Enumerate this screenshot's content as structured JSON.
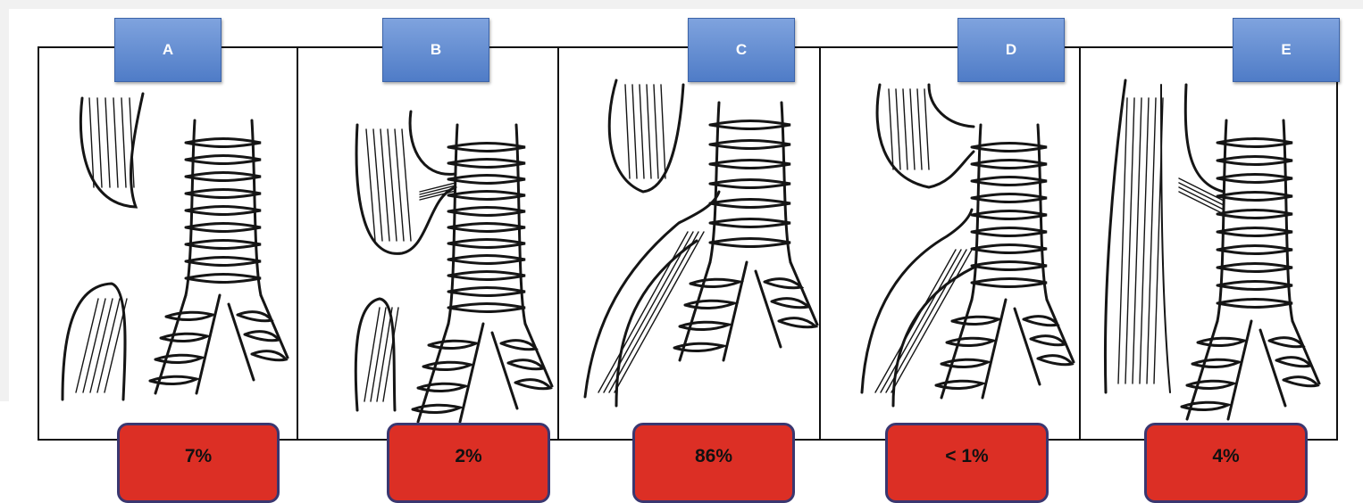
{
  "panels": [
    {
      "letter": "A",
      "percent": "7%"
    },
    {
      "letter": "B",
      "percent": "2%"
    },
    {
      "letter": "C",
      "percent": "86%"
    },
    {
      "letter": "D",
      "percent": "< 1%"
    },
    {
      "letter": "E",
      "percent": "4%"
    }
  ],
  "colors": {
    "label_box": "#5b87d0",
    "percent_box": "#dc2f25",
    "percent_border": "#3a3770",
    "line_art": "#151515"
  }
}
